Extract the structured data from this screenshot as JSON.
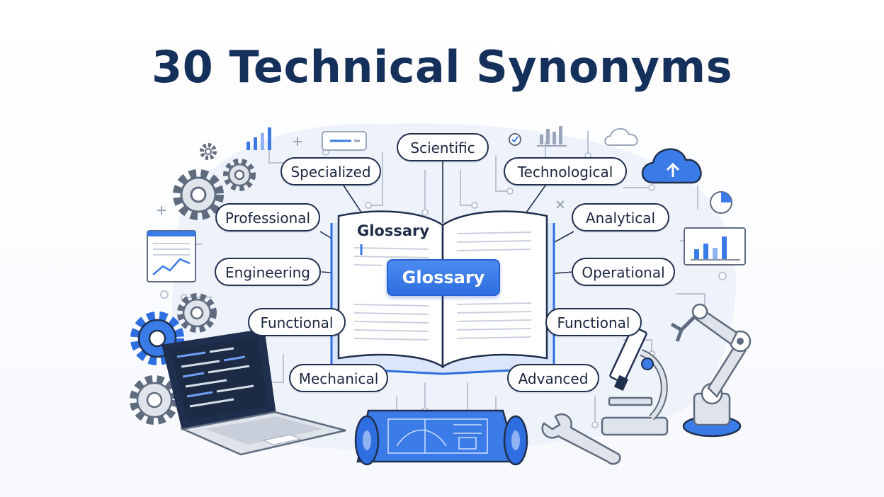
{
  "title": "30 Technical Synonyms",
  "center": {
    "book_label": "Glossary",
    "highlight_label": "Glossary"
  },
  "terms": {
    "scientific": "Scientific",
    "specialized": "Specialized",
    "technological": "Technological",
    "professional": "Professional",
    "analytical": "Analytical",
    "engineering": "Engineering",
    "operational": "Operational",
    "functional_left": "Functional",
    "functional_right": "Functional",
    "mechanical": "Mechanical",
    "advanced": "Advanced"
  },
  "colors": {
    "title": "#16305c",
    "accent": "#3b7be8",
    "outline": "#1f2f4d",
    "circuit": "#b9c3d3"
  },
  "icons": [
    "gear-icon",
    "bar-chart-icon",
    "cloud-icon",
    "cloud-upload-icon",
    "pie-chart-icon",
    "line-chart-window-icon",
    "laptop-code-icon",
    "blueprint-icon",
    "wrench-icon",
    "microscope-icon",
    "robot-arm-icon",
    "checkmark-icon",
    "chat-bubble-icon"
  ]
}
